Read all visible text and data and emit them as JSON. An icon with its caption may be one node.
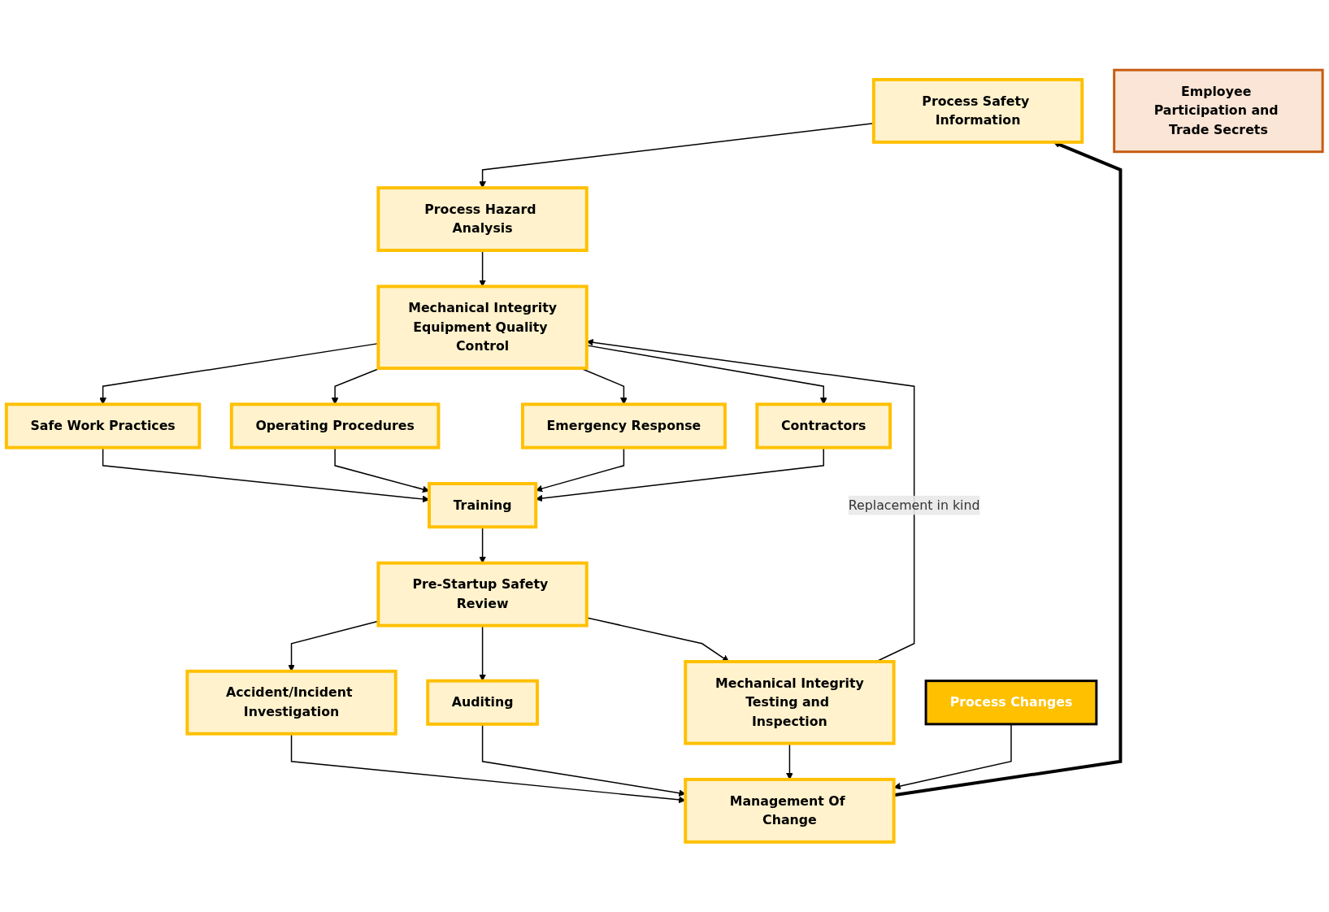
{
  "diagram": {
    "nodes": [
      {
        "text": [
          "Process Safety Information"
        ]
      },
      {
        "text": [
          "Process Hazard Analysis"
        ]
      },
      {
        "text": [
          "Mechanical Integrity",
          "Equipment Quality Control"
        ]
      },
      {
        "text": [
          "Safe Work Practices"
        ]
      },
      {
        "text": [
          "Operating Procedures"
        ]
      },
      {
        "text": [
          "Emergency Response"
        ]
      },
      {
        "text": [
          "Contractors"
        ]
      },
      {
        "text": [
          "Training"
        ]
      },
      {
        "text": [
          "Pre-Startup Safety Review"
        ]
      },
      {
        "text": [
          "Accident/Incident Investigation"
        ]
      },
      {
        "text": [
          "Auditing"
        ]
      },
      {
        "text": [
          "Mechanical Integrity",
          "Testing and Inspection"
        ]
      },
      {
        "text": [
          "Management Of Change"
        ]
      },
      {
        "text": [
          "Process Changes"
        ]
      },
      {
        "text": [
          "Employee Participation and Trade Secrets"
        ]
      }
    ],
    "edges": [
      {
        "from": 0,
        "to": 1,
        "arrow": "to"
      },
      {
        "from": 1,
        "to": 2,
        "arrow": "to"
      },
      {
        "from": 2,
        "to": 3,
        "arrow": "to"
      },
      {
        "from": 2,
        "to": 4,
        "arrow": "to"
      },
      {
        "from": 2,
        "to": 5,
        "arrow": "to"
      },
      {
        "from": 2,
        "to": 6,
        "arrow": "to"
      },
      {
        "from": 3,
        "to": 7,
        "arrow": "to"
      },
      {
        "from": 4,
        "to": 7,
        "arrow": "to"
      },
      {
        "from": 5,
        "to": 7,
        "arrow": "to"
      },
      {
        "from": 6,
        "to": 7,
        "arrow": "to"
      },
      {
        "from": 7,
        "to": 8,
        "arrow": "to"
      },
      {
        "from": 8,
        "to": 9,
        "arrow": "to"
      },
      {
        "from": 8,
        "to": 10,
        "arrow": "to"
      },
      {
        "from": 8,
        "to": 11,
        "arrow": "to"
      },
      {
        "from": 9,
        "to": 12,
        "arrow": "to"
      },
      {
        "from": 10,
        "to": 12,
        "arrow": "to"
      },
      {
        "from": 11,
        "to": 12,
        "arrow": "to"
      },
      {
        "from": 13,
        "to": 12,
        "arrow": "to"
      },
      {
        "from": 12,
        "to": 0,
        "arrow": "to",
        "style": "thick"
      },
      {
        "from": 11,
        "to": 2,
        "arrow": "to",
        "label": "Replacement in kind"
      }
    ]
  }
}
